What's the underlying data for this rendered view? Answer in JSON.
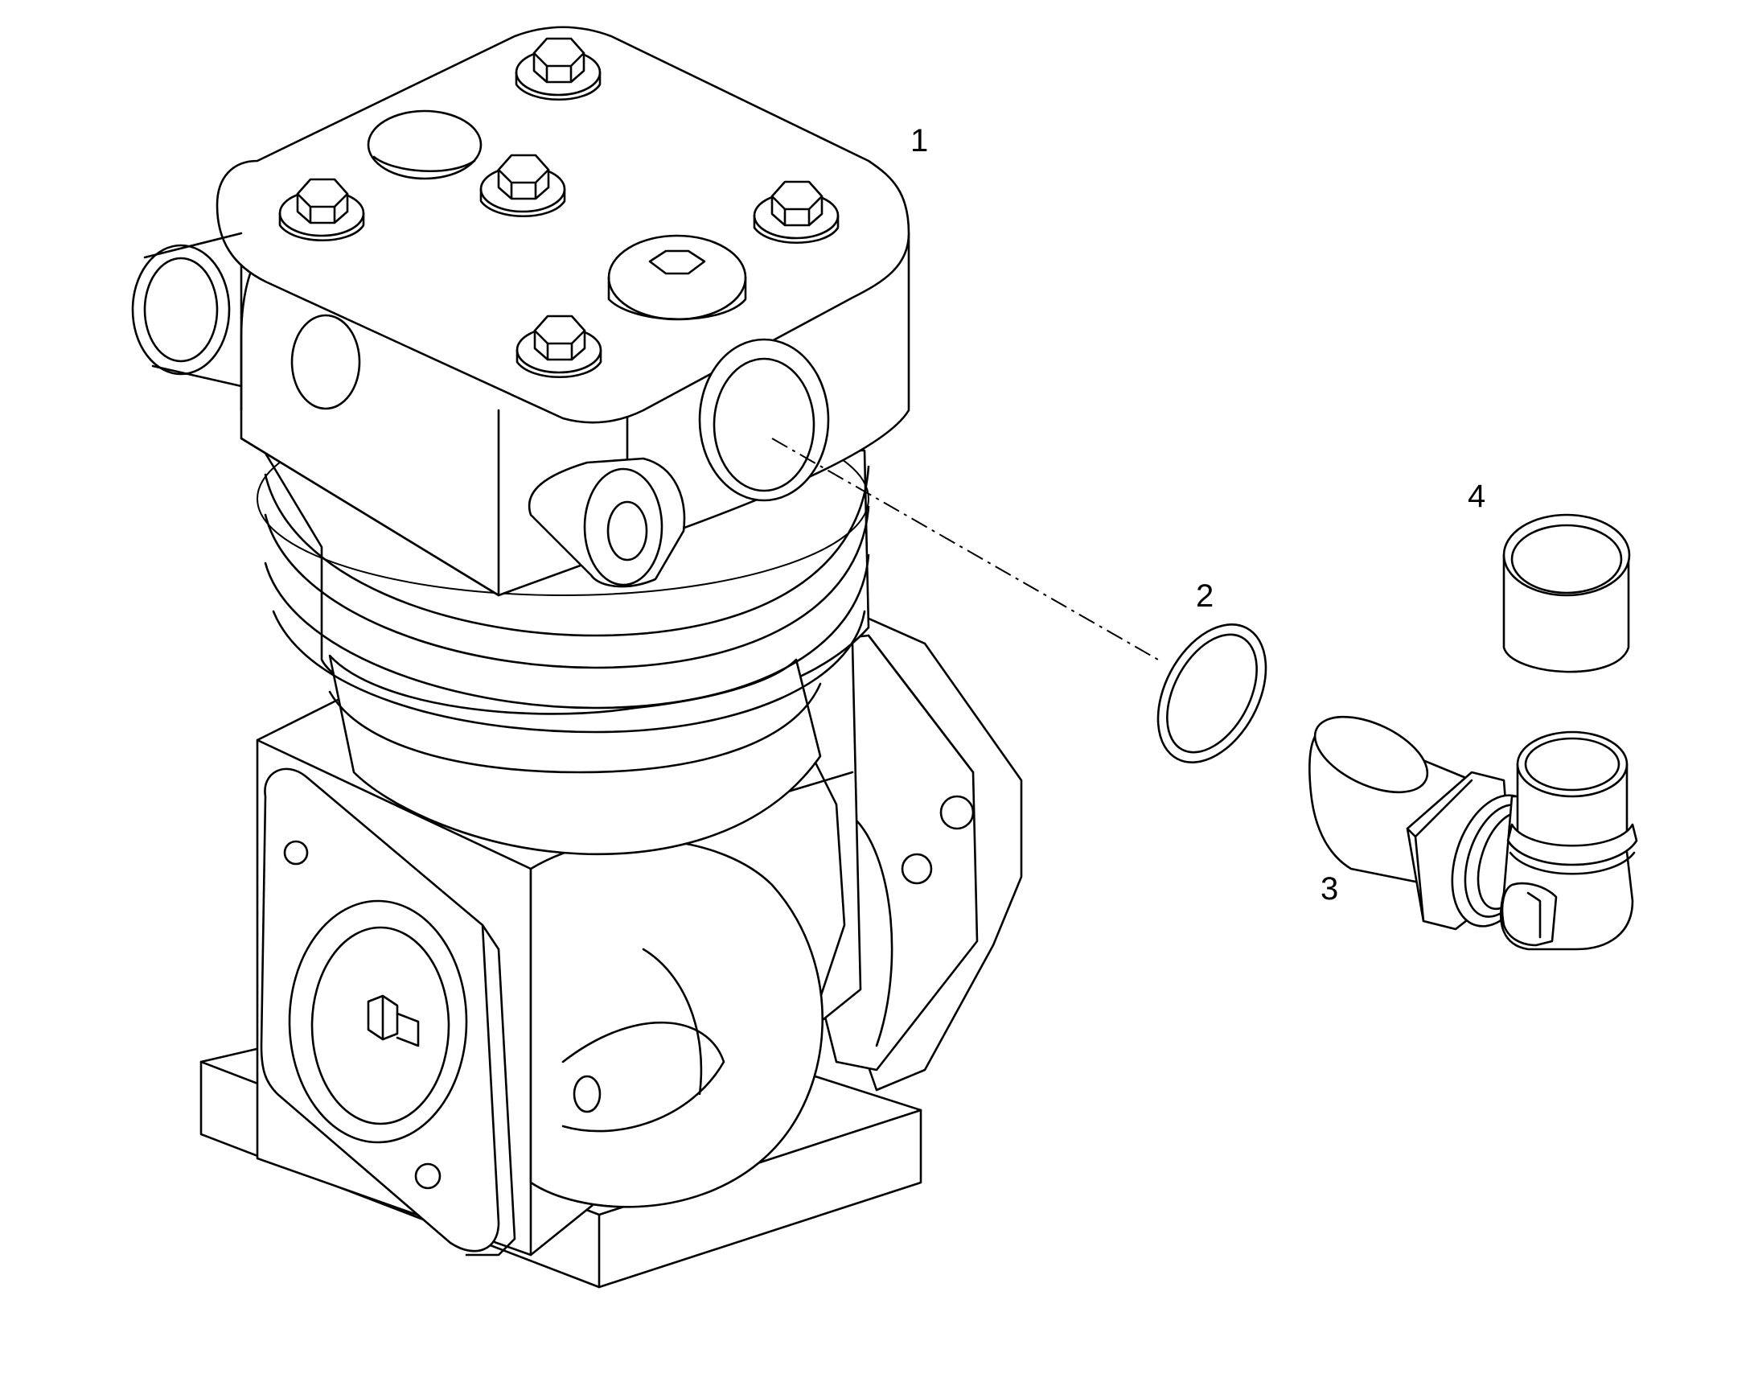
{
  "diagram": {
    "line_color": "#000000",
    "background": "#ffffff",
    "callouts": [
      {
        "id": "part-1",
        "text": "1"
      },
      {
        "id": "part-2",
        "text": "2"
      },
      {
        "id": "part-3",
        "text": "3"
      },
      {
        "id": "part-4",
        "text": "4"
      }
    ]
  }
}
